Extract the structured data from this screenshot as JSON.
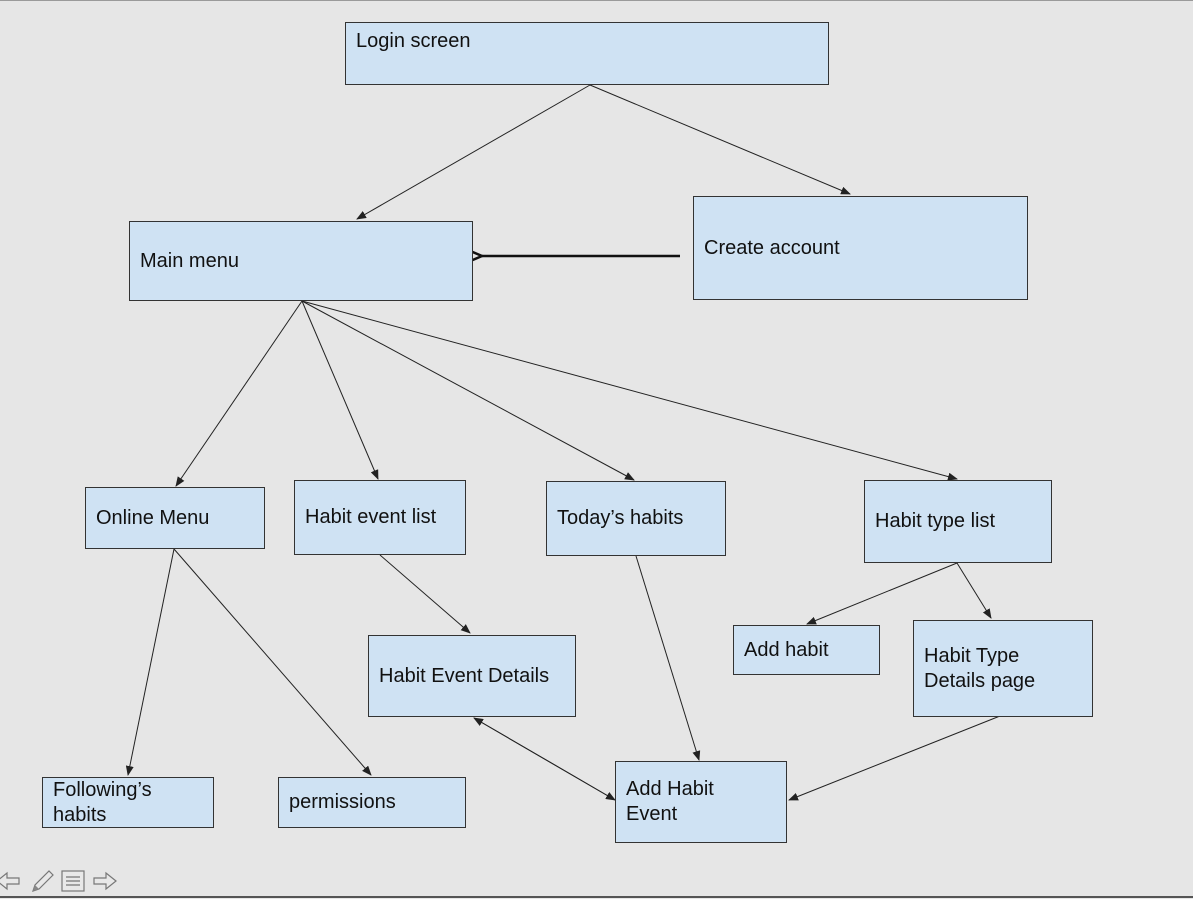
{
  "nodes": {
    "login": "Login screen",
    "create_account": "Create account",
    "main_menu": "Main menu",
    "online_menu": "Online Menu",
    "habit_event_list": "Habit event list",
    "todays_habits": "Today’s habits",
    "habit_type_list": "Habit type list",
    "add_habit": "Add habit",
    "habit_type_details": "Habit Type\nDetails  page",
    "habit_event_details": "Habit Event Details",
    "followings_habits": "Following’s\nhabits",
    "permissions": "permissions",
    "add_habit_event": "Add Habit\nEvent"
  },
  "colors": {
    "node_fill": "#cfe2f3",
    "node_border": "#333333",
    "background": "#e6e6e6",
    "edge": "#222222"
  },
  "toolbar": {
    "icons": [
      "back-arrow-icon",
      "pencil-icon",
      "notes-icon",
      "forward-arrow-icon"
    ]
  }
}
